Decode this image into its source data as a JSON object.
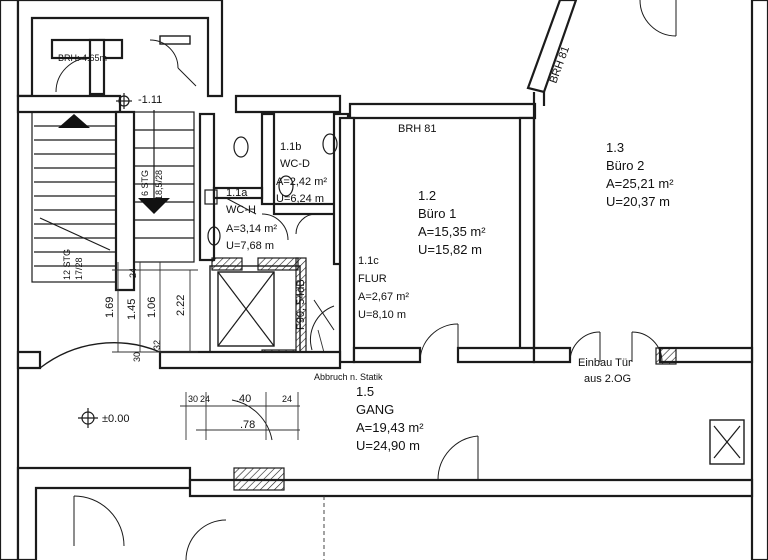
{
  "rooms": [
    {
      "id": "1.1a",
      "name": "WC-H",
      "area": "A=3,14 m²",
      "perimeter": "U=7,68 m"
    },
    {
      "id": "1.1b",
      "name": "WC-D",
      "area": "A=2,42 m²",
      "perimeter": "U=6,24 m"
    },
    {
      "id": "1.1c",
      "name": "FLUR",
      "area": "A=2,67 m²",
      "perimeter": "U=8,10 m"
    },
    {
      "id": "1.2",
      "name": "Büro 1",
      "area": "A=15,35 m²",
      "perimeter": "U=15,82 m"
    },
    {
      "id": "1.3",
      "name": "Büro 2",
      "area": "A=25,21 m²",
      "perimeter": "U=20,37 m"
    },
    {
      "id": "1.5",
      "name": "GANG",
      "area": "A=19,43 m²",
      "perimeter": "U=24,90 m"
    }
  ],
  "labels": {
    "brh_top": "BRH 81",
    "brh_diag": "BRH 81",
    "brh_stair": "BRH: 4.65m",
    "level_top": "-1.11",
    "level_main": "±0.00",
    "stair_up": "6 STG",
    "stair_up_ratio": "18,5/28",
    "stair_lower": "12 STG",
    "stair_lower_ratio": "17/28",
    "fire_wall": "F90, 54dB",
    "demolition": "Abbruch n. Statik",
    "door_note_1": "Einbau Tür",
    "door_note_2": "aus 2.OG"
  },
  "dimensions": {
    "d169": "1.69",
    "d145": "1.45",
    "d106": "1.06",
    "d222": "2.22",
    "d24a": "24",
    "d32": "32",
    "d30a": "30",
    "d30b": "30",
    "d24b": "24",
    "d140": ".40",
    "d24c": "24",
    "d78": ".78"
  },
  "colors": {
    "ink": "#1b1b1b",
    "paper": "#ffffff"
  }
}
